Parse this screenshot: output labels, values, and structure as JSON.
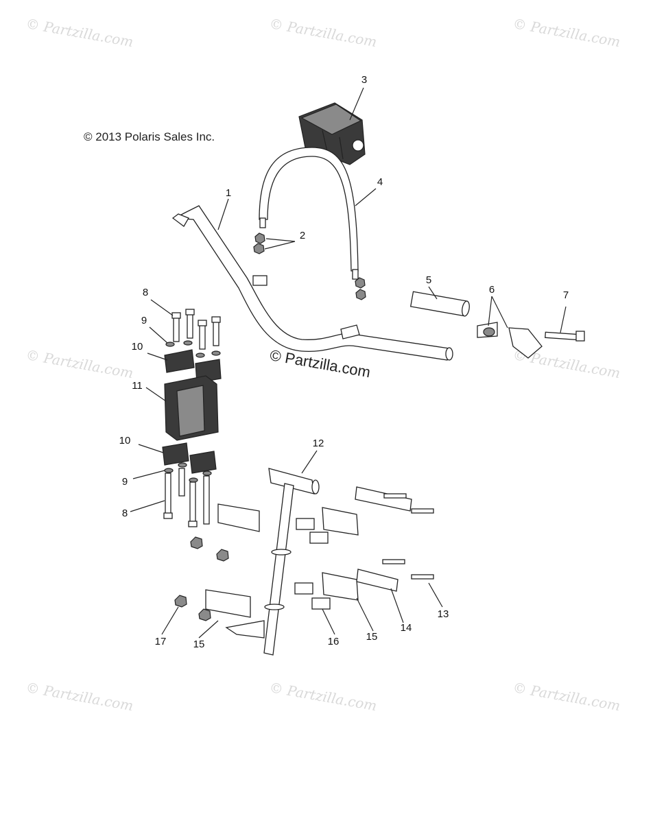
{
  "watermark": {
    "text": "© Partzilla.com"
  },
  "copyright": "© 2013 Polaris Sales Inc.",
  "center_watermark": "© Partzilla.com",
  "callouts": [
    "1",
    "2",
    "3",
    "4",
    "5",
    "6",
    "7",
    "8",
    "9",
    "10",
    "11",
    "10",
    "9",
    "8",
    "12",
    "13",
    "14",
    "15",
    "16",
    "15",
    "17"
  ]
}
